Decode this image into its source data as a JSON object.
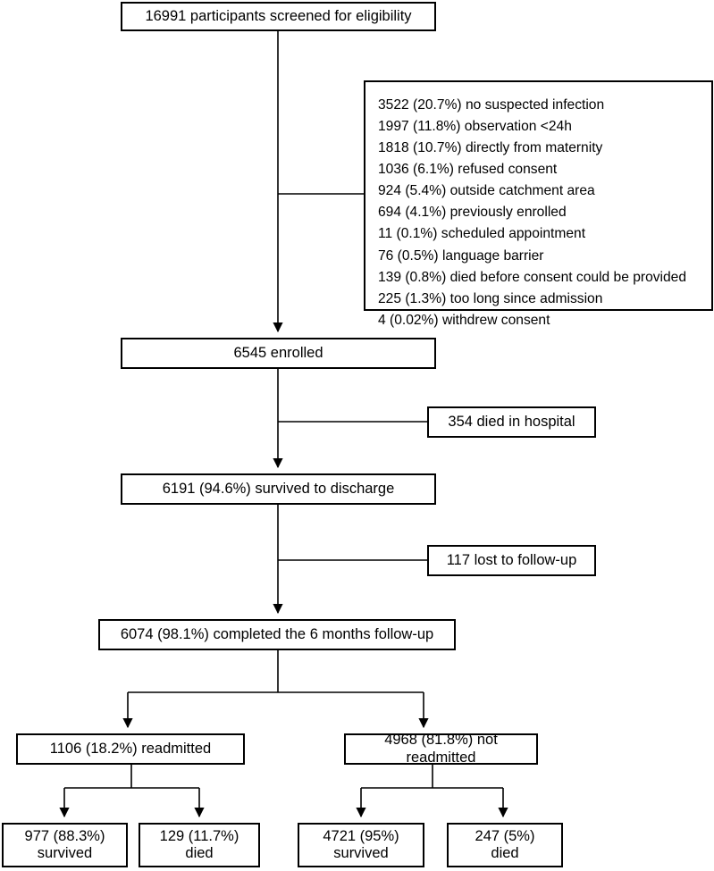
{
  "diagram": {
    "title": "Participant flow diagram",
    "type": "flowchart",
    "line_color": "#000000",
    "box_border_color": "#000000",
    "box_fill_color": "#ffffff",
    "text_color": "#000000"
  },
  "nodes": {
    "screened": "16991 participants screened for eligibility",
    "enrolled": "6545 enrolled",
    "died_in_hospital": "354 died in hospital",
    "survived_to_discharge": "6191 (94.6%) survived to discharge",
    "lost_to_followup": "117 lost to follow-up",
    "completed_followup": "6074 (98.1%) completed the 6 months follow-up",
    "readmitted": "1106 (18.2%) readmitted",
    "not_readmitted": "4968 (81.8%) not readmitted",
    "readmitted_survived_l1": "977 (88.3%)",
    "readmitted_survived_l2": "survived",
    "readmitted_died_l1": "129 (11.7%)",
    "readmitted_died_l2": "died",
    "not_readmitted_survived_l1": "4721 (95%)",
    "not_readmitted_survived_l2": "survived",
    "not_readmitted_died_l1": "247 (5%)",
    "not_readmitted_died_l2": "died"
  },
  "exclusions": [
    "3522 (20.7%) no suspected infection",
    "1997 (11.8%) observation <24h",
    "1818 (10.7%) directly from maternity",
    "1036 (6.1%) refused consent",
    "924 (5.4%) outside catchment area",
    "694 (4.1%) previously enrolled",
    "11 (0.1%) scheduled appointment",
    "76 (0.5%) language barrier",
    "139 (0.8%) died before consent could be provided",
    "225 (1.3%) too long since admission",
    "4 (0.02%) withdrew consent"
  ],
  "chart_data": {
    "type": "flowchart",
    "title": "Participant flow diagram",
    "stages": [
      {
        "label": "screened for eligibility",
        "n": 16991
      },
      {
        "label": "enrolled",
        "n": 6545
      },
      {
        "label": "survived to discharge",
        "n": 6191,
        "percent": 94.6
      },
      {
        "label": "completed the 6 months follow-up",
        "n": 6074,
        "percent": 98.1
      }
    ],
    "side_exits": [
      {
        "label": "died in hospital",
        "n": 354
      },
      {
        "label": "lost to follow-up",
        "n": 117
      }
    ],
    "branches": [
      {
        "label": "readmitted",
        "n": 1106,
        "percent": 18.2,
        "children": [
          {
            "label": "survived",
            "n": 977,
            "percent": 88.3
          },
          {
            "label": "died",
            "n": 129,
            "percent": 11.7
          }
        ]
      },
      {
        "label": "not readmitted",
        "n": 4968,
        "percent": 81.8,
        "children": [
          {
            "label": "survived",
            "n": 4721,
            "percent": 95
          },
          {
            "label": "died",
            "n": 247,
            "percent": 5
          }
        ]
      }
    ],
    "exclusions": [
      {
        "label": "no suspected infection",
        "n": 3522,
        "percent": 20.7
      },
      {
        "label": "observation <24h",
        "n": 1997,
        "percent": 11.8
      },
      {
        "label": "directly from maternity",
        "n": 1818,
        "percent": 10.7
      },
      {
        "label": "refused consent",
        "n": 1036,
        "percent": 6.1
      },
      {
        "label": "outside catchment area",
        "n": 924,
        "percent": 5.4
      },
      {
        "label": "previously enrolled",
        "n": 694,
        "percent": 4.1
      },
      {
        "label": "scheduled appointment",
        "n": 11,
        "percent": 0.1
      },
      {
        "label": "language barrier",
        "n": 76,
        "percent": 0.5
      },
      {
        "label": "died before consent could be provided",
        "n": 139,
        "percent": 0.8
      },
      {
        "label": "too long since admission",
        "n": 225,
        "percent": 1.3
      },
      {
        "label": "withdrew consent",
        "n": 4,
        "percent": 0.02
      }
    ]
  }
}
